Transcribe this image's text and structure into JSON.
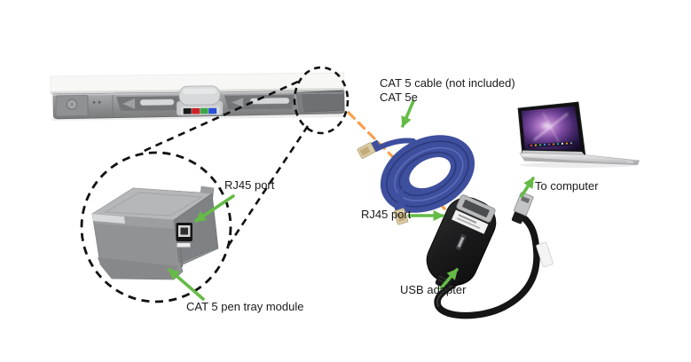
{
  "diagram": {
    "callouts": {
      "cable_line1": "CAT 5 cable (not included)",
      "cable_line2": "CAT 5e",
      "magnifier_rj45": "RJ45 port",
      "pen_tray_module": "CAT 5 pen tray module",
      "adapter_rj45": "RJ45 port",
      "usb_adapter": "USB adapter",
      "to_computer": "To computer"
    },
    "colors": {
      "arrow_green": "#65BB46",
      "connection_orange": "#F6A04D",
      "cable_blue": "#3E4F9E",
      "label_text": "#1A1A1A"
    },
    "pen_colors": [
      "#1A1A1A",
      "#CE2027",
      "#3BA648",
      "#2B4FD7"
    ],
    "illustrations": [
      "whiteboard-pen-tray",
      "cat5-pen-tray-module",
      "cat5-cable",
      "usb-adapter",
      "laptop"
    ]
  }
}
